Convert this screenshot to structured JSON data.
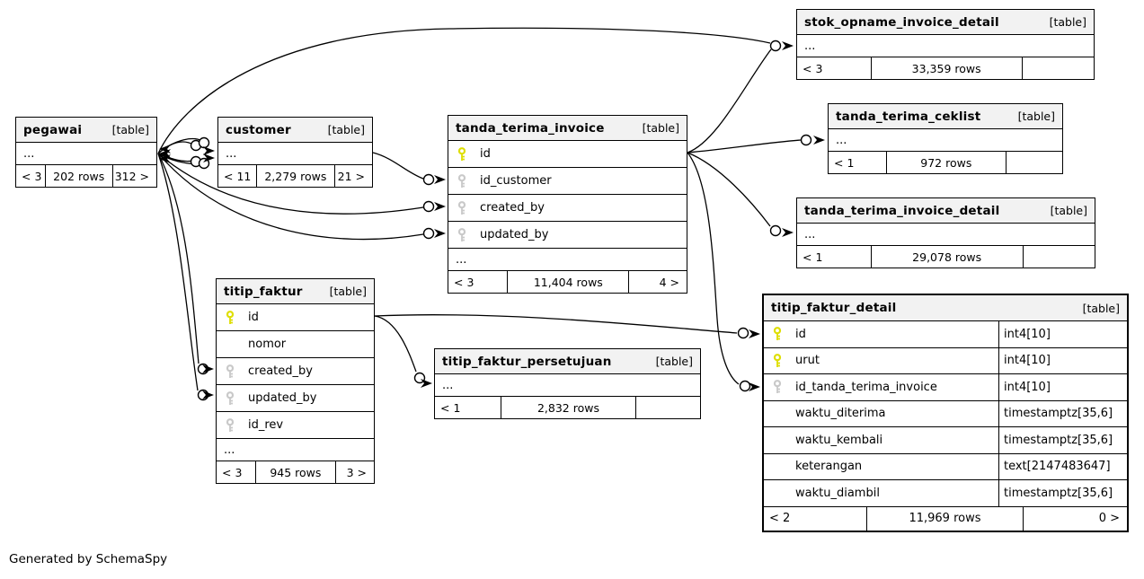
{
  "footer_note": "Generated by SchemaSpy",
  "colors": {
    "header_bg": "#f2f2f2",
    "table_border": "#000000",
    "emphasized_table_border": "#000000",
    "primary_key": "#dede00",
    "foreign_key": "#c9c9c9",
    "relationship_line": "#000000"
  },
  "tables": [
    {
      "name": "pegawai",
      "tag": "[table]",
      "ellipsis": "...",
      "footer": {
        "left": "< 3",
        "center": "202 rows",
        "right": "312 >"
      }
    },
    {
      "name": "customer",
      "tag": "[table]",
      "ellipsis": "...",
      "footer": {
        "left": "< 11",
        "center": "2,279 rows",
        "right": "21 >"
      }
    },
    {
      "name": "tanda_terima_invoice",
      "tag": "[table]",
      "ellipsis": "...",
      "columns": [
        {
          "name": "id",
          "key": "primary"
        },
        {
          "name": "id_customer",
          "key": "foreign"
        },
        {
          "name": "created_by",
          "key": "foreign"
        },
        {
          "name": "updated_by",
          "key": "foreign"
        }
      ],
      "footer": {
        "left": "< 3",
        "center": "11,404 rows",
        "right": "4 >"
      }
    },
    {
      "name": "stok_opname_invoice_detail",
      "tag": "[table]",
      "ellipsis": "...",
      "footer": {
        "left": "< 3",
        "center": "33,359 rows",
        "right": ""
      }
    },
    {
      "name": "tanda_terima_ceklist",
      "tag": "[table]",
      "ellipsis": "...",
      "footer": {
        "left": "< 1",
        "center": "972 rows",
        "right": ""
      }
    },
    {
      "name": "tanda_terima_invoice_detail",
      "tag": "[table]",
      "ellipsis": "...",
      "footer": {
        "left": "< 1",
        "center": "29,078 rows",
        "right": ""
      }
    },
    {
      "name": "titip_faktur",
      "tag": "[table]",
      "ellipsis": "...",
      "columns": [
        {
          "name": "id",
          "key": "primary"
        },
        {
          "name": "nomor",
          "key": "none"
        },
        {
          "name": "created_by",
          "key": "foreign"
        },
        {
          "name": "updated_by",
          "key": "foreign"
        },
        {
          "name": "id_rev",
          "key": "foreign"
        }
      ],
      "footer": {
        "left": "< 3",
        "center": "945 rows",
        "right": "3 >"
      }
    },
    {
      "name": "titip_faktur_persetujuan",
      "tag": "[table]",
      "ellipsis": "...",
      "footer": {
        "left": "< 1",
        "center": "2,832 rows",
        "right": ""
      }
    },
    {
      "name": "titip_faktur_detail",
      "tag": "[table]",
      "emphasized": true,
      "columns": [
        {
          "name": "id",
          "key": "primary",
          "type": "int4[10]"
        },
        {
          "name": "urut",
          "key": "primary",
          "type": "int4[10]"
        },
        {
          "name": "id_tanda_terima_invoice",
          "key": "foreign",
          "type": "int4[10]"
        },
        {
          "name": "waktu_diterima",
          "key": "none",
          "type": "timestamptz[35,6]"
        },
        {
          "name": "waktu_kembali",
          "key": "none",
          "type": "timestamptz[35,6]"
        },
        {
          "name": "keterangan",
          "key": "none",
          "type": "text[2147483647]"
        },
        {
          "name": "waktu_diambil",
          "key": "none",
          "type": "timestamptz[35,6]"
        }
      ],
      "footer": {
        "left": "< 2",
        "center": "11,969 rows",
        "right": "0 >"
      }
    }
  ],
  "relationships": [
    {
      "from": "pegawai",
      "to": "customer",
      "edges": 4
    },
    {
      "from": "pegawai",
      "to": "tanda_terima_invoice.created_by"
    },
    {
      "from": "pegawai",
      "to": "tanda_terima_invoice.updated_by"
    },
    {
      "from": "pegawai",
      "to": "stok_opname_invoice_detail"
    },
    {
      "from": "pegawai",
      "to": "titip_faktur.created_by"
    },
    {
      "from": "pegawai",
      "to": "titip_faktur.updated_by"
    },
    {
      "from": "customer",
      "to": "tanda_terima_invoice.id_customer"
    },
    {
      "from": "tanda_terima_invoice.id",
      "to": "stok_opname_invoice_detail"
    },
    {
      "from": "tanda_terima_invoice.id",
      "to": "tanda_terima_ceklist"
    },
    {
      "from": "tanda_terima_invoice.id",
      "to": "tanda_terima_invoice_detail"
    },
    {
      "from": "tanda_terima_invoice.id",
      "to": "titip_faktur_detail.id_tanda_terima_invoice"
    },
    {
      "from": "titip_faktur.id",
      "to": "titip_faktur_detail.id"
    },
    {
      "from": "titip_faktur.id",
      "to": "titip_faktur_persetujuan"
    }
  ]
}
